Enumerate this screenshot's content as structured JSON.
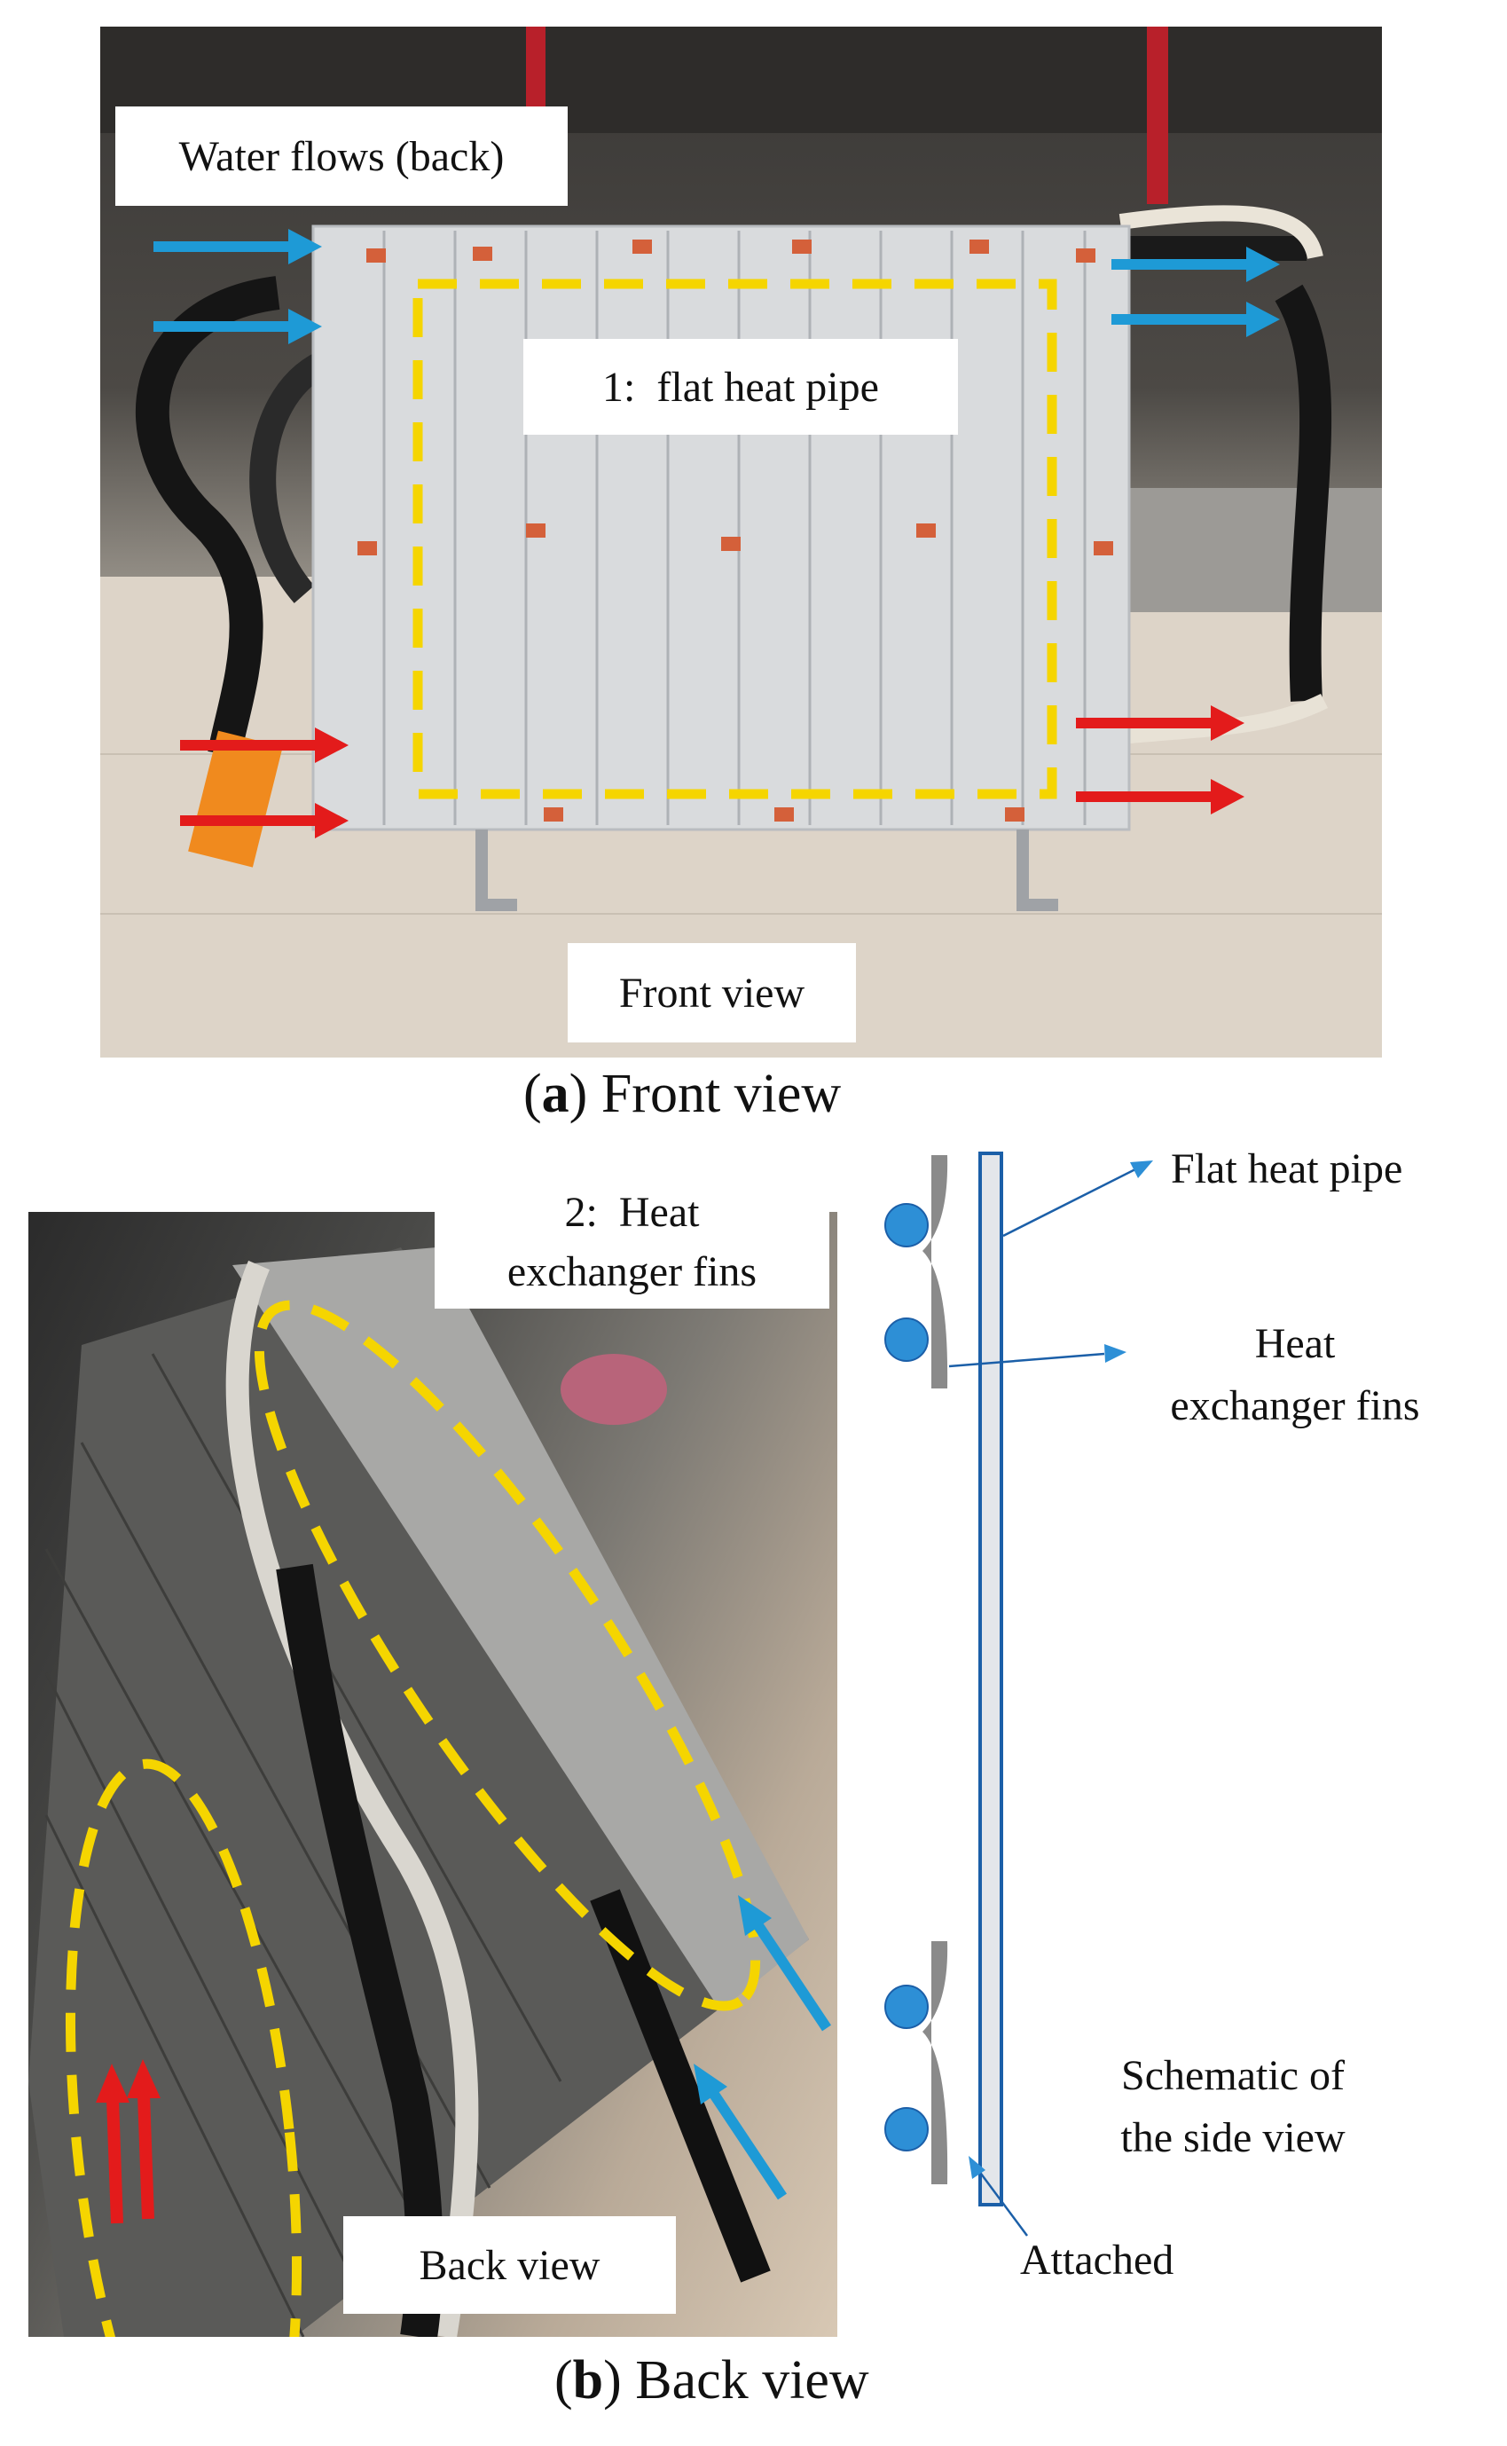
{
  "front_photo": {
    "water_flow_label": "Water flows (back)",
    "flat_heat_pipe_label": "1:  flat heat pipe",
    "front_view_label": "Front view"
  },
  "caption_a": {
    "letter": "a",
    "text": " Front view"
  },
  "back_photo": {
    "fins_label_line1": "2:  Heat",
    "fins_label_line2": "exchanger fins",
    "back_view_label": "Back view"
  },
  "schematic": {
    "flat_heat_pipe": "Flat heat pipe",
    "fins_line1": "Heat",
    "fins_line2": "exchanger fins",
    "side_view_line1": "Schematic of",
    "side_view_line2": "the side view",
    "attached": "Attached"
  },
  "caption_b": {
    "letter": "b",
    "text": " Back view"
  },
  "colors": {
    "blue_arrow": "#1e9ad6",
    "red_arrow": "#e31b1b",
    "dash": "#f5d500",
    "fin": "#8a8a8a",
    "bump": "#2d8fd6"
  }
}
